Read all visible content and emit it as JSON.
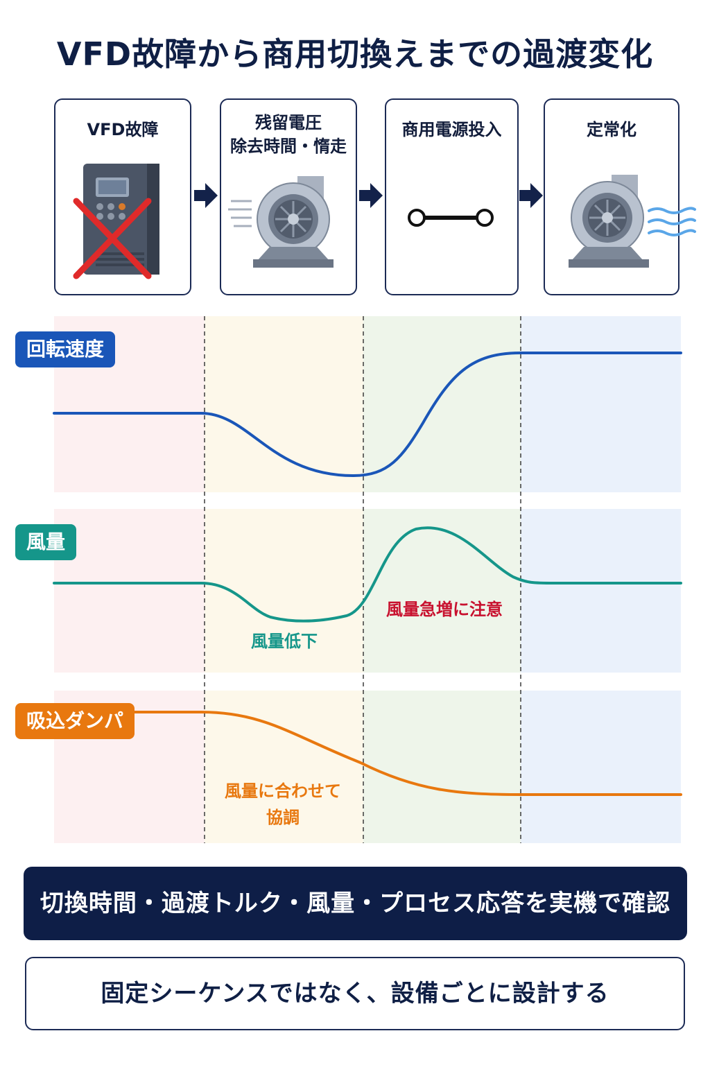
{
  "title": "VFD故障から商用切換えまでの過渡変化",
  "stages": [
    {
      "label": "VFD故障",
      "icon": "vfd-failed-icon"
    },
    {
      "label": "残留電圧\n除去時間・惰走",
      "icon": "fan-coasting-icon"
    },
    {
      "label": "商用電源投入",
      "icon": "switch-closed-icon"
    },
    {
      "label": "定常化",
      "icon": "fan-running-icon"
    }
  ],
  "charts": [
    {
      "label": "回転速度",
      "color": "#1a56b8"
    },
    {
      "label": "風量",
      "color": "#15968a"
    },
    {
      "label": "吸込ダンパ",
      "color": "#e8780f"
    }
  ],
  "phase_colors": [
    "#fdf0f1",
    "#fdf8ea",
    "#eef5ea",
    "#eaf1fb"
  ],
  "annotations": {
    "flow_drop": "風量低下",
    "flow_surge": "風量急増に注意",
    "damper_coord": "風量に合わせて\n協調"
  },
  "annotation_colors": {
    "flow_drop": "#15968a",
    "flow_surge": "#c8102e",
    "damper_coord": "#e8780f"
  },
  "banner": "切換時間・過渡トルク・風量・プロセス応答を実機で確認",
  "footer": "固定シーケンスではなく、設備ごとに設計する"
}
